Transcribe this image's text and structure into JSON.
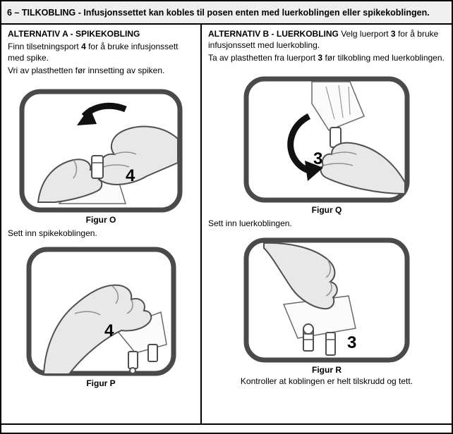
{
  "header": {
    "title": "6 – TILKOBLING - Infusjonssettet kan kobles til posen enten med luerkoblingen eller spikekoblingen."
  },
  "alt_a": {
    "heading": "ALTERNATIV A - SPIKEKOBLING",
    "p1_pre": "Finn tilsetningsport ",
    "p1_num": "4",
    "p1_post": " for å bruke infusjonssett med spike.",
    "p2": "Vri av plasthetten før innsetting av spiken.",
    "fig_o": {
      "label": "Figur O",
      "number": "4"
    },
    "caption_after_o": "Sett inn spikekoblingen.",
    "fig_p": {
      "label": "Figur P",
      "number": "4"
    }
  },
  "alt_b": {
    "heading": "ALTERNATIV B - LUERKOBLING",
    "p1_pre": " Velg luerport ",
    "p1_num": "3",
    "p1_post": " for å bruke infusjonssett med luerkobling.",
    "p2_pre": "Ta av plasthetten fra luerport ",
    "p2_num": "3",
    "p2_post": " før tilkobling med luerkoblingen.",
    "fig_q": {
      "label": "Figur Q",
      "number": "3"
    },
    "caption_after_q": "Sett inn luerkoblingen.",
    "fig_r": {
      "label": "Figur R",
      "number": "3"
    },
    "caption_after_r": "Kontroller at koblingen er helt tilskrudd og tett."
  }
}
